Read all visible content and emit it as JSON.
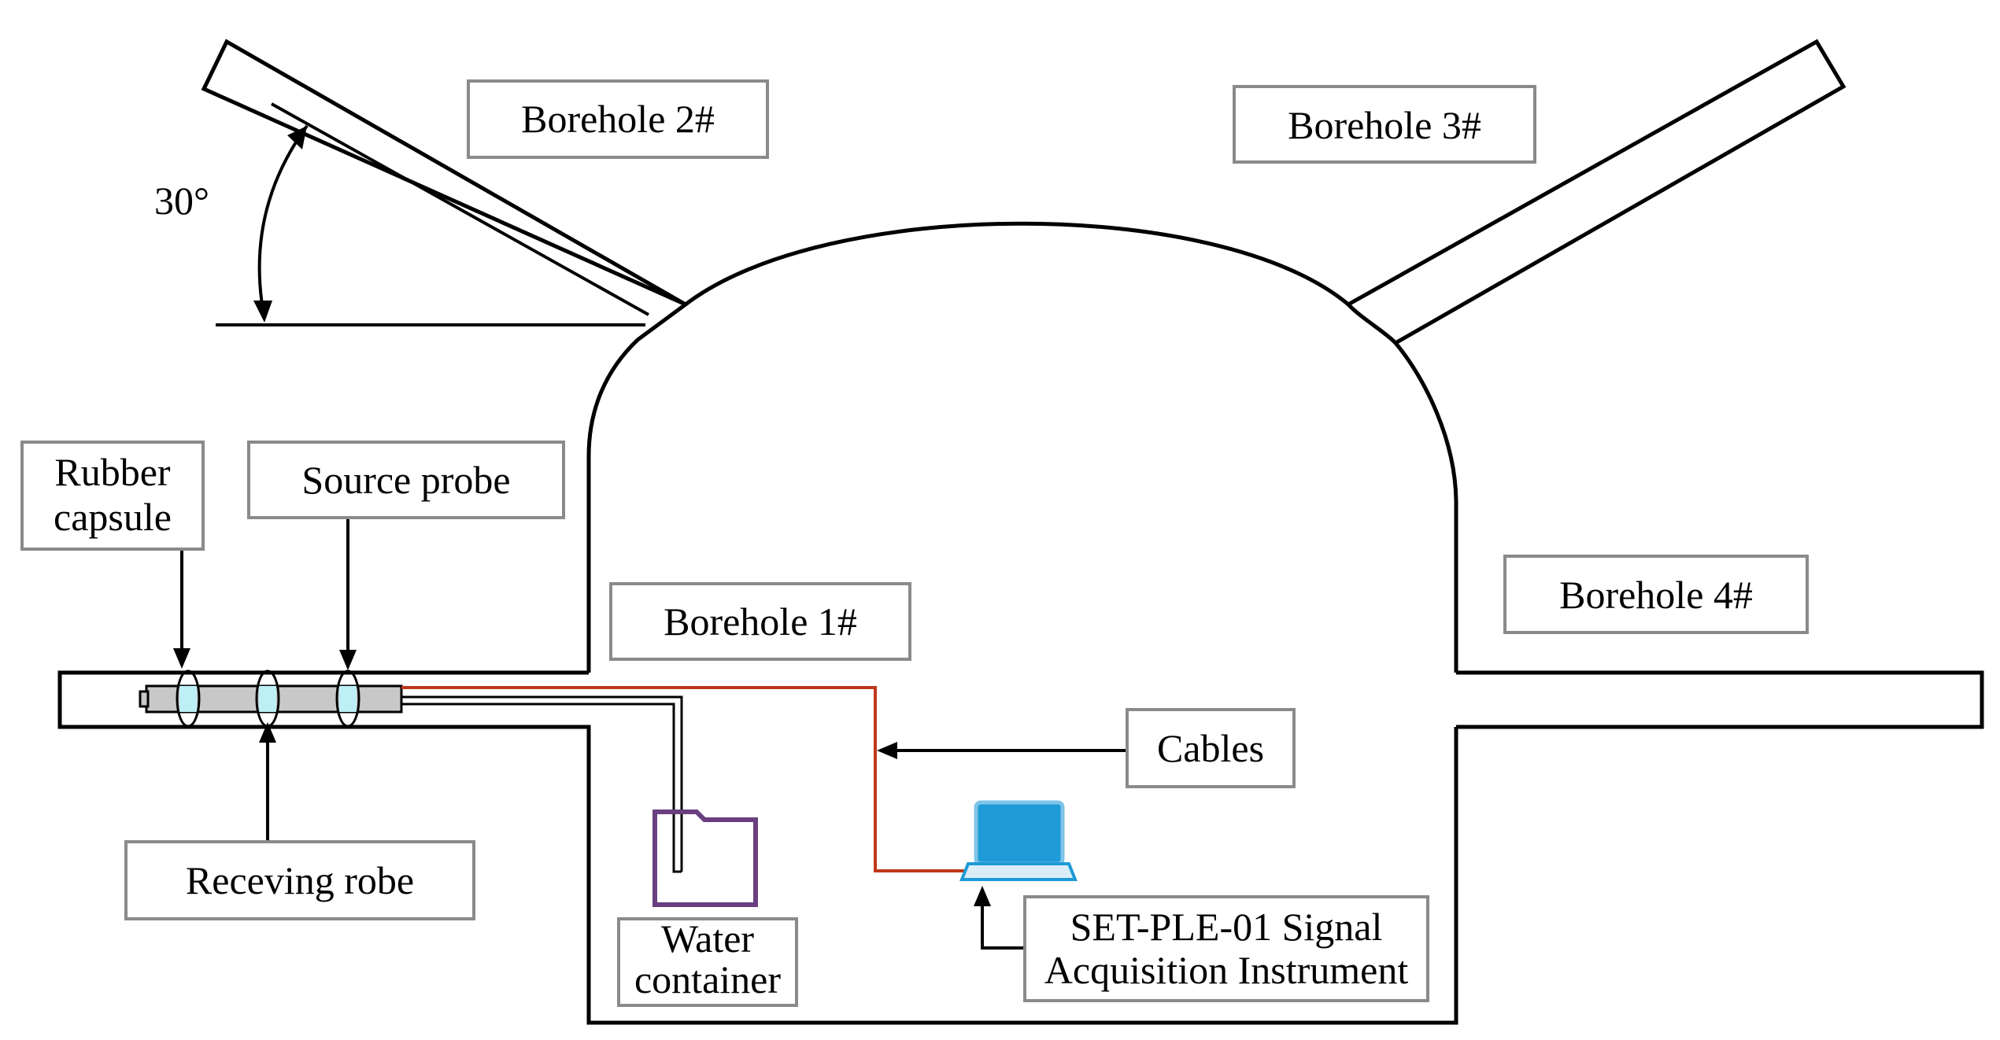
{
  "labels": {
    "borehole2": "Borehole 2#",
    "borehole3": "Borehole 3#",
    "borehole1": "Borehole 1#",
    "borehole4": "Borehole 4#",
    "angle": "30°",
    "rubber_capsule_line1": "Rubber",
    "rubber_capsule_line2": "capsule",
    "source_probe": "Source probe",
    "receiving_probe": "Receving robe",
    "cables": "Cables",
    "water_line1": "Water",
    "water_line2": "container",
    "instrument_line1": "SET-PLE-01 Signal",
    "instrument_line2": "Acquisition Instrument"
  },
  "colors": {
    "cable": "#c0371a",
    "water_container": "#6a3f7f",
    "laptop": "#1e9ad6",
    "capsule_fill": "#bdf0f5",
    "probe_fill": "#c8c8c8",
    "label_border": "#8a8a8a"
  },
  "icons": {
    "instrument": "laptop-icon"
  }
}
